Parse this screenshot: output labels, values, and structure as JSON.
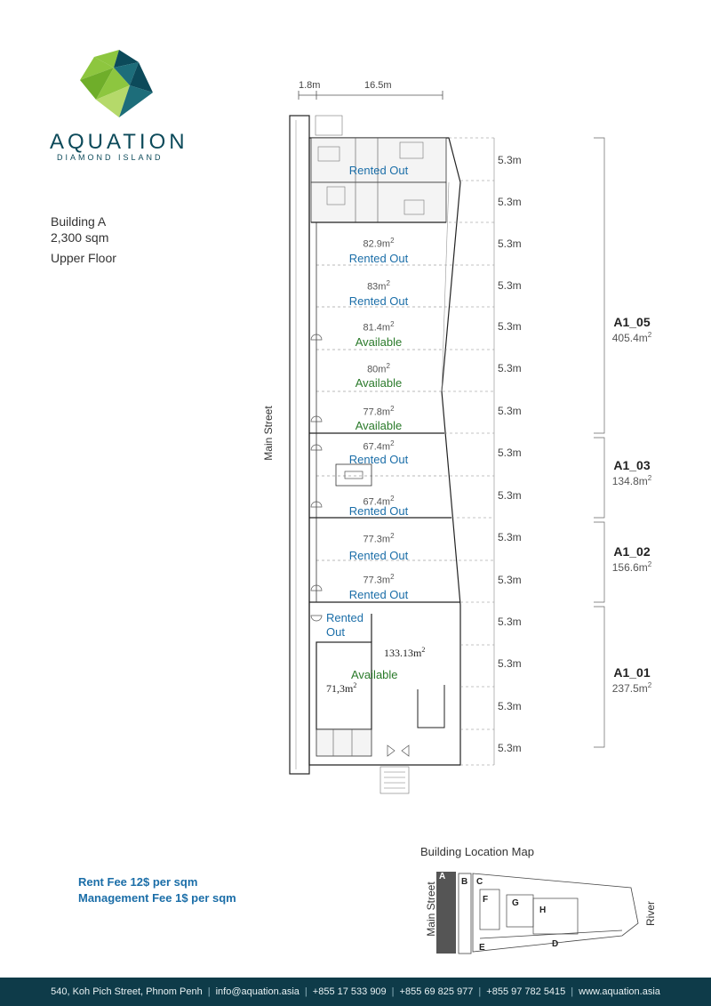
{
  "brand": {
    "name": "AQUATION",
    "subtitle": "DIAMOND ISLAND"
  },
  "building": {
    "name": "Building A",
    "size": "2,300 sqm",
    "floor": "Upper Floor"
  },
  "street": "Main Street",
  "top_dims": [
    "1.8m",
    "16.5m"
  ],
  "rows": [
    {
      "area": "",
      "status": "Rented Out",
      "color": "blue"
    },
    {
      "area": "",
      "status": "",
      "color": "blue"
    },
    {
      "area": "82.9m",
      "status": "Rented Out",
      "color": "blue"
    },
    {
      "area": "83m",
      "status": "Rented Out",
      "color": "blue"
    },
    {
      "area": "81.4m",
      "status": "Available",
      "color": "green"
    },
    {
      "area": "80m",
      "status": "Available",
      "color": "green"
    },
    {
      "area": "77.8m",
      "status": "Available",
      "color": "green"
    },
    {
      "area": "67.4m",
      "status": "Rented Out",
      "color": "blue"
    },
    {
      "area": "67.4m",
      "status": "Rented Out",
      "color": "blue"
    },
    {
      "area": "77.3m",
      "status": "Rented Out",
      "color": "blue"
    },
    {
      "area": "77.3m",
      "status": "Rented Out",
      "color": "blue"
    }
  ],
  "row_dim": "5.3m",
  "row_dim_count": 15,
  "bottom_unit": {
    "status_a": "Rented",
    "status_b": "Out",
    "area_large": "133.13m",
    "area_small": "71,3m",
    "status_available": "Available"
  },
  "units": [
    {
      "name": "A1_05",
      "area": "405.4m"
    },
    {
      "name": "A1_03",
      "area": "134.8m"
    },
    {
      "name": "A1_02",
      "area": "156.6m"
    },
    {
      "name": "A1_01",
      "area": "237.5m"
    }
  ],
  "sq": "2",
  "fees": {
    "rent": "Rent Fee 12$ per sqm",
    "management": "Management Fee 1$ per sqm"
  },
  "map": {
    "title": "Building Location Map",
    "street": "Main Street",
    "river": "River",
    "labels": [
      "A",
      "B",
      "C",
      "F",
      "G",
      "H",
      "E",
      "D"
    ]
  },
  "footer": {
    "address": "540, Koh Pich Street, Phnom Penh",
    "email": "info@aquation.asia",
    "phone1": "+855 17 533 909",
    "phone2": "+855 69 825 977",
    "phone3": "+855 97 782 5415",
    "web": "www.aquation.asia"
  },
  "colors": {
    "brand_dark": "#0c4a5a",
    "brand_green": "#8dc63f",
    "blue_status": "#1b6ea8",
    "green_status": "#2a7a2a",
    "footer_bg": "#0e3b49"
  }
}
